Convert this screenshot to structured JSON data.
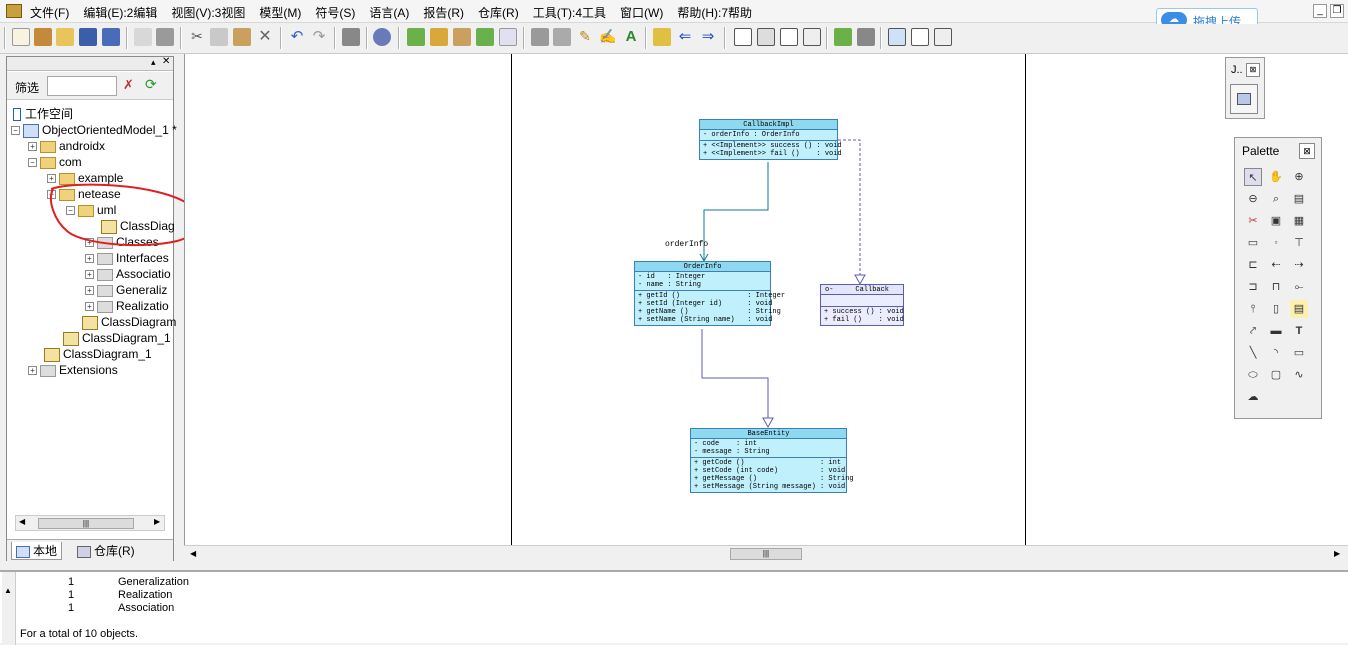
{
  "menubar": {
    "items": [
      "文件(F)",
      "编辑(E):2编辑",
      "视图(V):3视图",
      "模型(M)",
      "符号(S)",
      "语言(A)",
      "报告(R)",
      "仓库(R)",
      "工具(T):4工具",
      "窗口(W)",
      "帮助(H):7帮助"
    ],
    "cloud_upload_label": "拖拽上传"
  },
  "left_panel": {
    "filter_label": "筛选",
    "filter_value": "",
    "tree": [
      {
        "label": "工作空间"
      },
      {
        "label": "ObjectOrientedModel_1 *"
      },
      {
        "label": "androidx"
      },
      {
        "label": "com"
      },
      {
        "label": "example"
      },
      {
        "label": "netease"
      },
      {
        "label": "uml"
      },
      {
        "label": "ClassDiag"
      },
      {
        "label": "Classes"
      },
      {
        "label": "Interfaces"
      },
      {
        "label": "Associatio"
      },
      {
        "label": "Generaliz"
      },
      {
        "label": "Realizatio"
      },
      {
        "label": "ClassDiagram"
      },
      {
        "label": "ClassDiagram_1"
      },
      {
        "label": "ClassDiagram_1"
      },
      {
        "label": "Extensions"
      }
    ],
    "tabs": [
      "本地",
      "仓库(R)"
    ]
  },
  "diagram": {
    "classes": [
      {
        "name": "CallbackImpl",
        "attrs": "- orderInfo : OrderInfo",
        "ops": "+ <<Implement>> success () : void\n+ <<Implement>> fail ()    : void"
      },
      {
        "name": "OrderInfo",
        "attrs": "- id   : Integer\n- name : String",
        "ops": "+ getId ()                : Integer\n+ setId (Integer id)      : void\n+ getName ()              : String\n+ setName (String name)   : void"
      },
      {
        "name": "Callback",
        "attrs": "",
        "ops": "+ success () : void\n+ fail ()    : void"
      },
      {
        "name": "BaseEntity",
        "attrs": "- code    : int\n- message : String",
        "ops": "+ getCode ()                  : int\n+ setCode (int code)          : void\n+ getMessage ()               : String\n+ setMessage (String message) : void"
      }
    ],
    "association_label": "orderInfo"
  },
  "jpanel": {
    "title": "J.."
  },
  "palette": {
    "title": "Palette"
  },
  "output": {
    "rows": [
      {
        "count": "1",
        "kind": "Generalization"
      },
      {
        "count": "1",
        "kind": "Realization"
      },
      {
        "count": "1",
        "kind": "Association"
      }
    ],
    "summary": "For a total of 10 objects."
  },
  "colors": {
    "class_fill": "#bff0fc",
    "class_header": "#8fd9f0",
    "interface_fill": "#ececff",
    "annotation_red": "#e02020"
  }
}
